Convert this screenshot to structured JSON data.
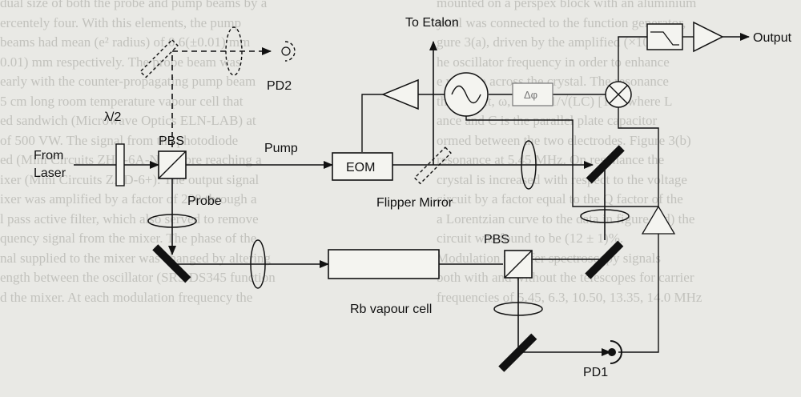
{
  "labels": {
    "lambda_half": "λ/2",
    "from_laser": "From",
    "from_laser_2": "Laser",
    "pbs_top": "PBS",
    "pbs_bottom": "PBS",
    "pump": "Pump",
    "probe": "Probe",
    "pd2": "PD2",
    "pd1": "PD1",
    "eom": "EOM",
    "to_etalon": "To Etalon",
    "flipper_mirror": "Flipper Mirror",
    "rb_cell": "Rb vapour cell",
    "phase_shifter": "Δφ",
    "output": "Output"
  },
  "background_text": {
    "left": [
      "dual size of both the probe and pump beams by a",
      "ercentely four. With this elements, the pump",
      "beams had mean (e² radius) of 0.6(±0.01) mm",
      "0.01) mm respectively. The probe beam was",
      "early with the counter-propagating pump beam",
      "5 cm long room temperature vapour cell that",
      "ed sandwich (Microwave Optics ELN-LAB) at",
      "of 500 VW. The signal from the photodiode",
      "ed (Mini Circuits ZHL-6A-N) before reaching a",
      "ixer (Mini Circuits ZAD-6+). The output signal",
      "ixer was amplified by a factor of 200 through a",
      "l pass active filter, which also served to remove",
      "quency signal from the mixer. The phase of the",
      "nal supplied to the mixer was changed by altering",
      "ength between the oscillator (SRS DS345 function",
      "d the mixer. At each modulation frequency the"
    ],
    "right": [
      "mounted on a perspex block with an aluminium",
      "ystal was connected to the function generator,",
      "gure 3(a), driven by the amplified (×10)",
      "he oscillator frequency in order to enhance",
      "e voltage across the crystal. The resonance",
      "the circuit, ω, is ω = 1/√(LC) [16], where L",
      "ance and C is the parallel plate capacitor",
      "ormed between the two electrodes. Figure 3(b)",
      "resonance at 5.45 MHz. On resonance the",
      "crystal is increased with respect to the voltage",
      "circuit by a factor equal to the Q factor of the",
      "a Lorentzian curve to the data in figure 3(d) the",
      "circuit was found to be (12 ± 1)%.",
      "    Modulation transfer spectroscopy signals",
      "both with and without the telescopes for carrier",
      "frequencies of 5.45, 6.3, 10.50, 13.35, 14.0 MHz"
    ]
  }
}
